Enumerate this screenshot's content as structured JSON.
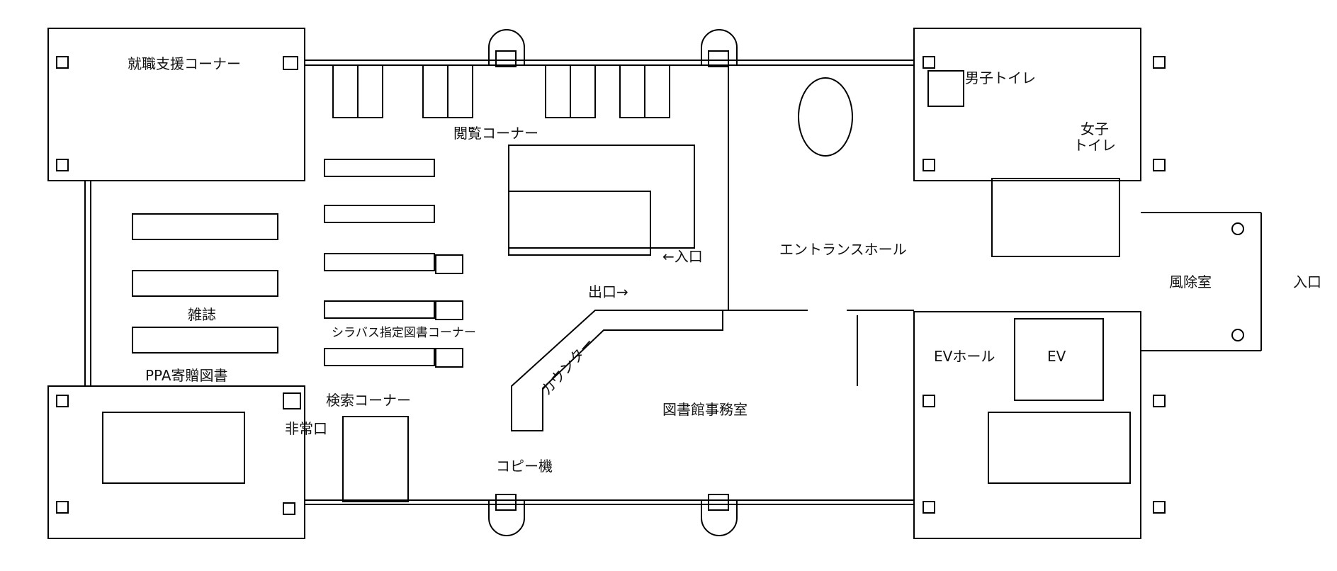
{
  "labels": {
    "job_support": "就職支援コーナー",
    "reading": "閲覧コーナー",
    "mens_toilet": "男子トイレ",
    "womens_toilet_line1": "女子",
    "womens_toilet_line2": "トイレ",
    "entrance_arrow": "←入口",
    "exit_arrow": "出口→",
    "entrance_hall": "エントランスホール",
    "vestibule": "風除室",
    "main_entrance": "入口",
    "magazines": "雑誌",
    "syllabus": "シラバス指定図書コーナー",
    "counter": "カウンター",
    "ev_hall": "EVホール",
    "ev": "EV",
    "ppa_donated": "PPA寄贈図書",
    "search": "検索コーナー",
    "emergency_exit": "非常口",
    "library_office": "図書館事務室",
    "copier": "コピー機"
  },
  "colors": {
    "line": "#000000",
    "background": "#ffffff"
  }
}
